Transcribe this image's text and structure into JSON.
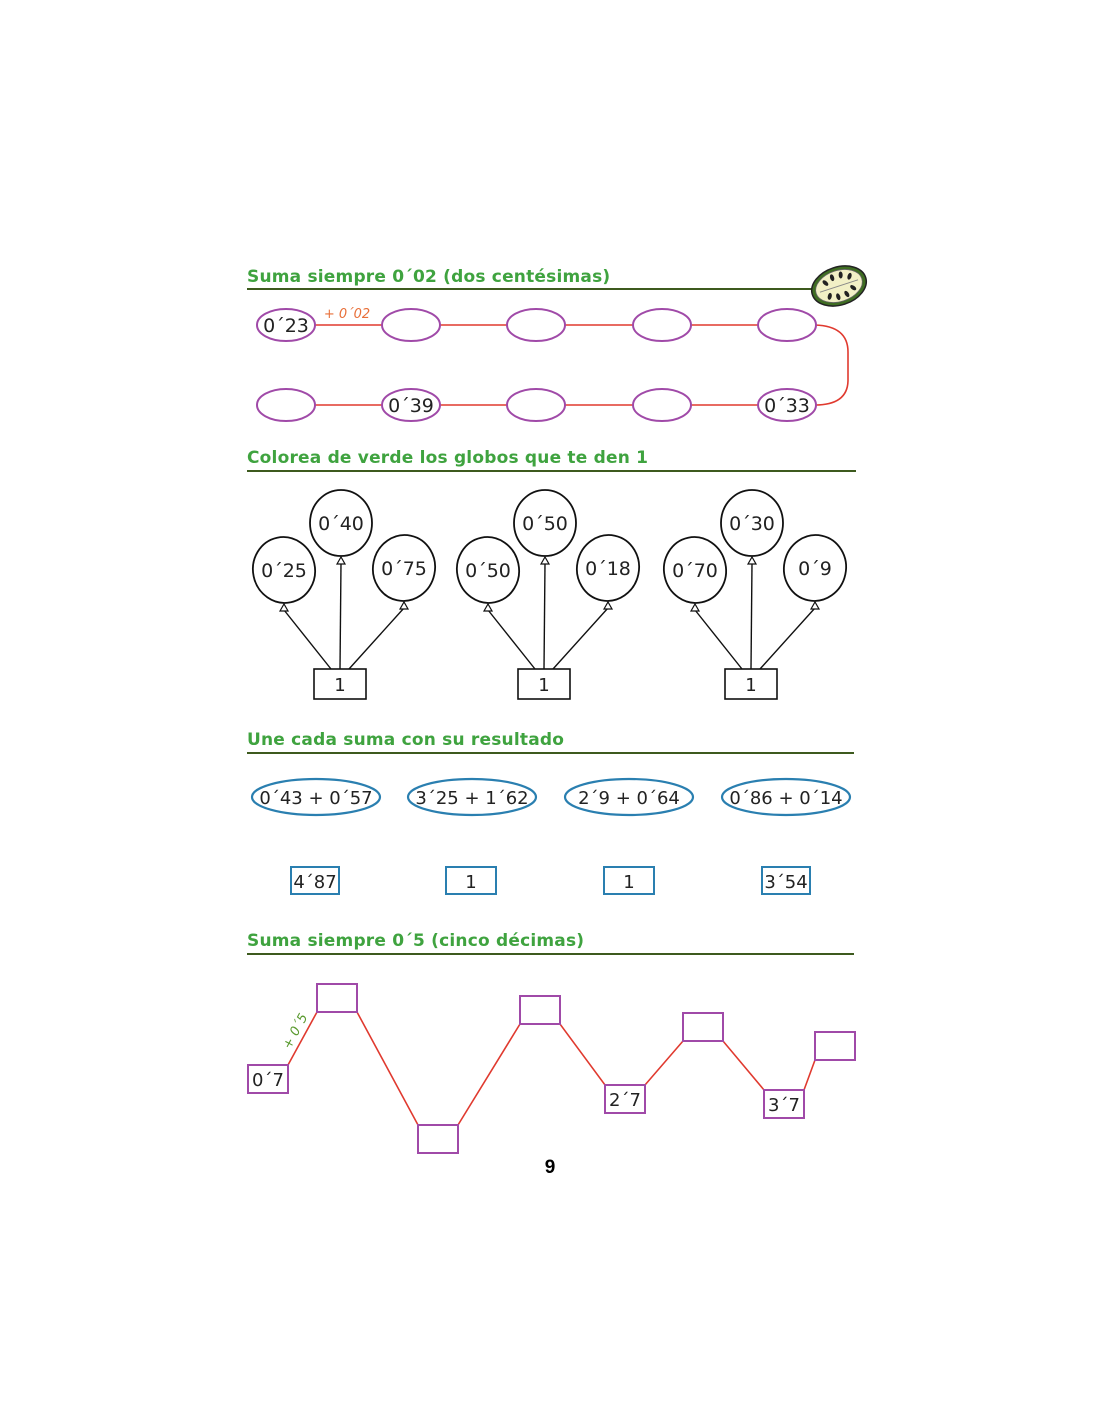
{
  "sections": [
    {
      "title": "Suma siempre 0´02 (dos centésimas)"
    },
    {
      "title": "Colorea de verde los globos que te den 1"
    },
    {
      "title": "Une cada suma con su resultado"
    },
    {
      "title": "Suma siempre 0´5 (cinco décimas)"
    }
  ],
  "chain": {
    "step_label": "+ 0´02",
    "top_row": [
      "0´23",
      "",
      "",
      "",
      ""
    ],
    "bottom_row": [
      "",
      "0´39",
      "",
      "",
      "0´33"
    ]
  },
  "balloon_groups": [
    {
      "balloons": [
        "0´25",
        "0´40",
        "0´75"
      ],
      "target": "1"
    },
    {
      "balloons": [
        "0´50",
        "0´50",
        "0´18"
      ],
      "target": "1"
    },
    {
      "balloons": [
        "0´70",
        "0´30",
        "0´9"
      ],
      "target": "1"
    }
  ],
  "match": {
    "sums": [
      "0´43 + 0´57",
      "3´25 + 1´62",
      "2´9 + 0´64",
      "0´86 + 0´14"
    ],
    "results": [
      "4´87",
      "1",
      "1",
      "3´54"
    ]
  },
  "zigzag": {
    "step_label": "+ 0´5",
    "boxes": [
      "0´7",
      "",
      "",
      "",
      "2´7",
      "",
      "3´7",
      ""
    ]
  },
  "page_number": "9",
  "colors": {
    "title_green": "#3fa33f",
    "rule": "#3d5a1e",
    "chain_oval": "#a04aa8",
    "chain_line": "#e03a2f",
    "step_label_orange": "#e8703a",
    "match_blue": "#2a7fb0",
    "zigzag_box": "#a04aa8",
    "zigzag_label_green": "#5a9a2f"
  },
  "icons": {
    "section_icon": "fruit-slice-icon"
  }
}
